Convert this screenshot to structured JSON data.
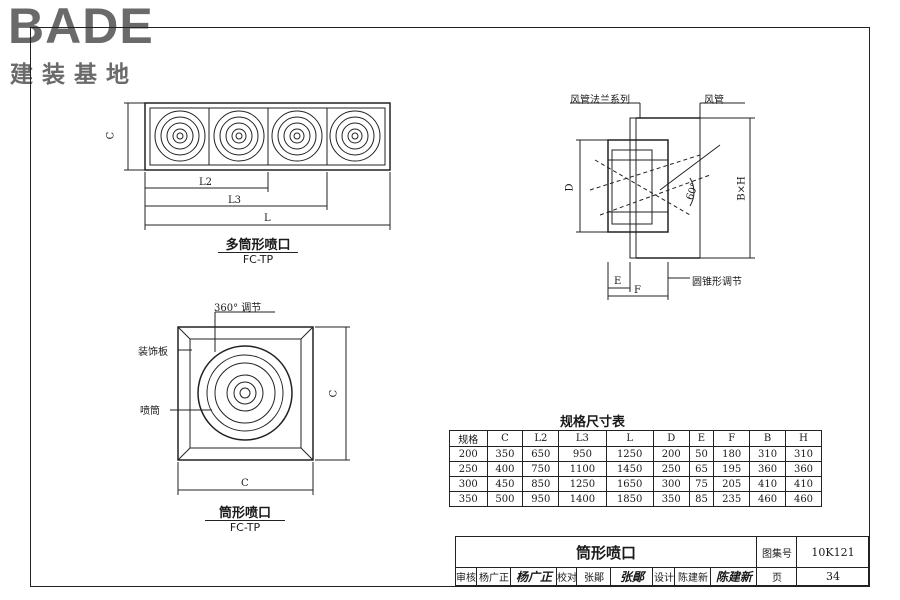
{
  "logo": {
    "brand": "BADE",
    "subtitle": "建装基地"
  },
  "multi_view": {
    "dim_c": "C",
    "dim_l2": "L2",
    "dim_l3": "L3",
    "dim_l": "L",
    "caption": "多筒形喷口",
    "code": "FC-TP"
  },
  "single_view": {
    "label_rotation": "360° 调节",
    "label_panel": "装饰板",
    "label_nozzle": "喷筒",
    "dim_c_bottom": "C",
    "dim_c_side": "C",
    "caption": "筒形喷口",
    "code": "FC-TP"
  },
  "section_view": {
    "label_flange": "风管法兰系列",
    "label_duct": "风管",
    "dim_d": "D",
    "dim_bh": "B×H",
    "angle": "60°",
    "dim_e": "E",
    "dim_f": "F",
    "label_cone": "圆锥形调节"
  },
  "spec_table": {
    "title": "规格尺寸表",
    "headers": [
      "规格",
      "C",
      "L2",
      "L3",
      "L",
      "D",
      "E",
      "F",
      "B",
      "H"
    ],
    "rows": [
      [
        "200",
        "350",
        "650",
        "950",
        "1250",
        "200",
        "50",
        "180",
        "310",
        "310"
      ],
      [
        "250",
        "400",
        "750",
        "1100",
        "1450",
        "250",
        "65",
        "195",
        "360",
        "360"
      ],
      [
        "300",
        "450",
        "850",
        "1250",
        "1650",
        "300",
        "75",
        "205",
        "410",
        "410"
      ],
      [
        "350",
        "500",
        "950",
        "1400",
        "1850",
        "350",
        "85",
        "235",
        "460",
        "460"
      ]
    ]
  },
  "title_block": {
    "drawing_name": "筒形喷口",
    "atlas_label": "图集号",
    "atlas_no": "10K121",
    "review_label": "审核",
    "reviewer": "杨广正",
    "reviewer_sig": "杨广正",
    "check_label": "校对",
    "checker": "张鄖",
    "checker_sig": "张鄖",
    "design_label": "设计",
    "designer": "陈建新",
    "designer_sig": "陈建新",
    "page_label": "页",
    "page_no": "34"
  }
}
